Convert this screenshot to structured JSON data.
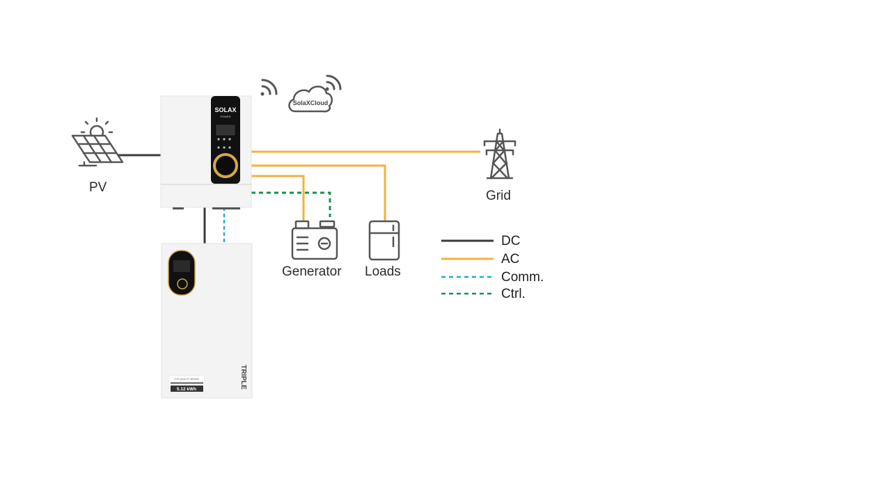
{
  "nodes": {
    "pv": "PV",
    "grid": "Grid",
    "generator": "Generator",
    "loads": "Loads"
  },
  "inverter": {
    "brand": "SOLAX",
    "sub": "POWER"
  },
  "cloud": {
    "text": "SolaXCloud"
  },
  "battery": {
    "capacity": "5.12 kWh",
    "badge": "TOP QUALITY BRAND",
    "series": "TRIPLE"
  },
  "legend": [
    {
      "label": "DC",
      "color": "#3a3a3a",
      "style": "solid"
    },
    {
      "label": "AC",
      "color": "#f4b03e",
      "style": "solid"
    },
    {
      "label": "Comm.",
      "color": "#2aa6d6",
      "style": "dashed"
    },
    {
      "label": "Ctrl.",
      "color": "#15924e",
      "style": "dashed"
    }
  ],
  "colors": {
    "dc": "#3a3a3a",
    "ac": "#f4b03e",
    "comm": "#2aa6d6",
    "ctrl": "#15924e",
    "icon": "#555555"
  }
}
